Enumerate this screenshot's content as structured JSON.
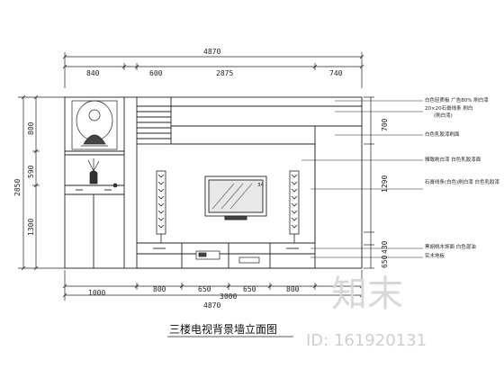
{
  "drawing": {
    "title": "三楼电视背景墙立面图",
    "top_dims": {
      "overall": "4870",
      "segments": [
        "840",
        "600",
        "2875",
        "740"
      ]
    },
    "bottom_dims": {
      "overall": "4870",
      "overall_sub": "3000",
      "segments": [
        "1000",
        "800",
        "650",
        "650",
        "800"
      ]
    },
    "left_dims": {
      "overall": "2850",
      "segments": [
        "800",
        "590",
        "1300"
      ]
    },
    "right_dims": [
      "700",
      "1290",
      "430",
      "650"
    ],
    "tv_label": "34",
    "notes": [
      "白色轻质板 广告80%  刷白漆",
      "20×20石膏线条 刷白",
      "(刷白漆)",
      "白色乳胶漆刷面",
      "雅致刷白漆  白色乳胶漆面",
      "石膏线条(白色)刷白漆 白色乳胶漆",
      "黑胡桃木饰面 白色混油",
      "实木地板"
    ]
  },
  "watermark": {
    "brand": "知末",
    "id": "ID: 161920131"
  }
}
